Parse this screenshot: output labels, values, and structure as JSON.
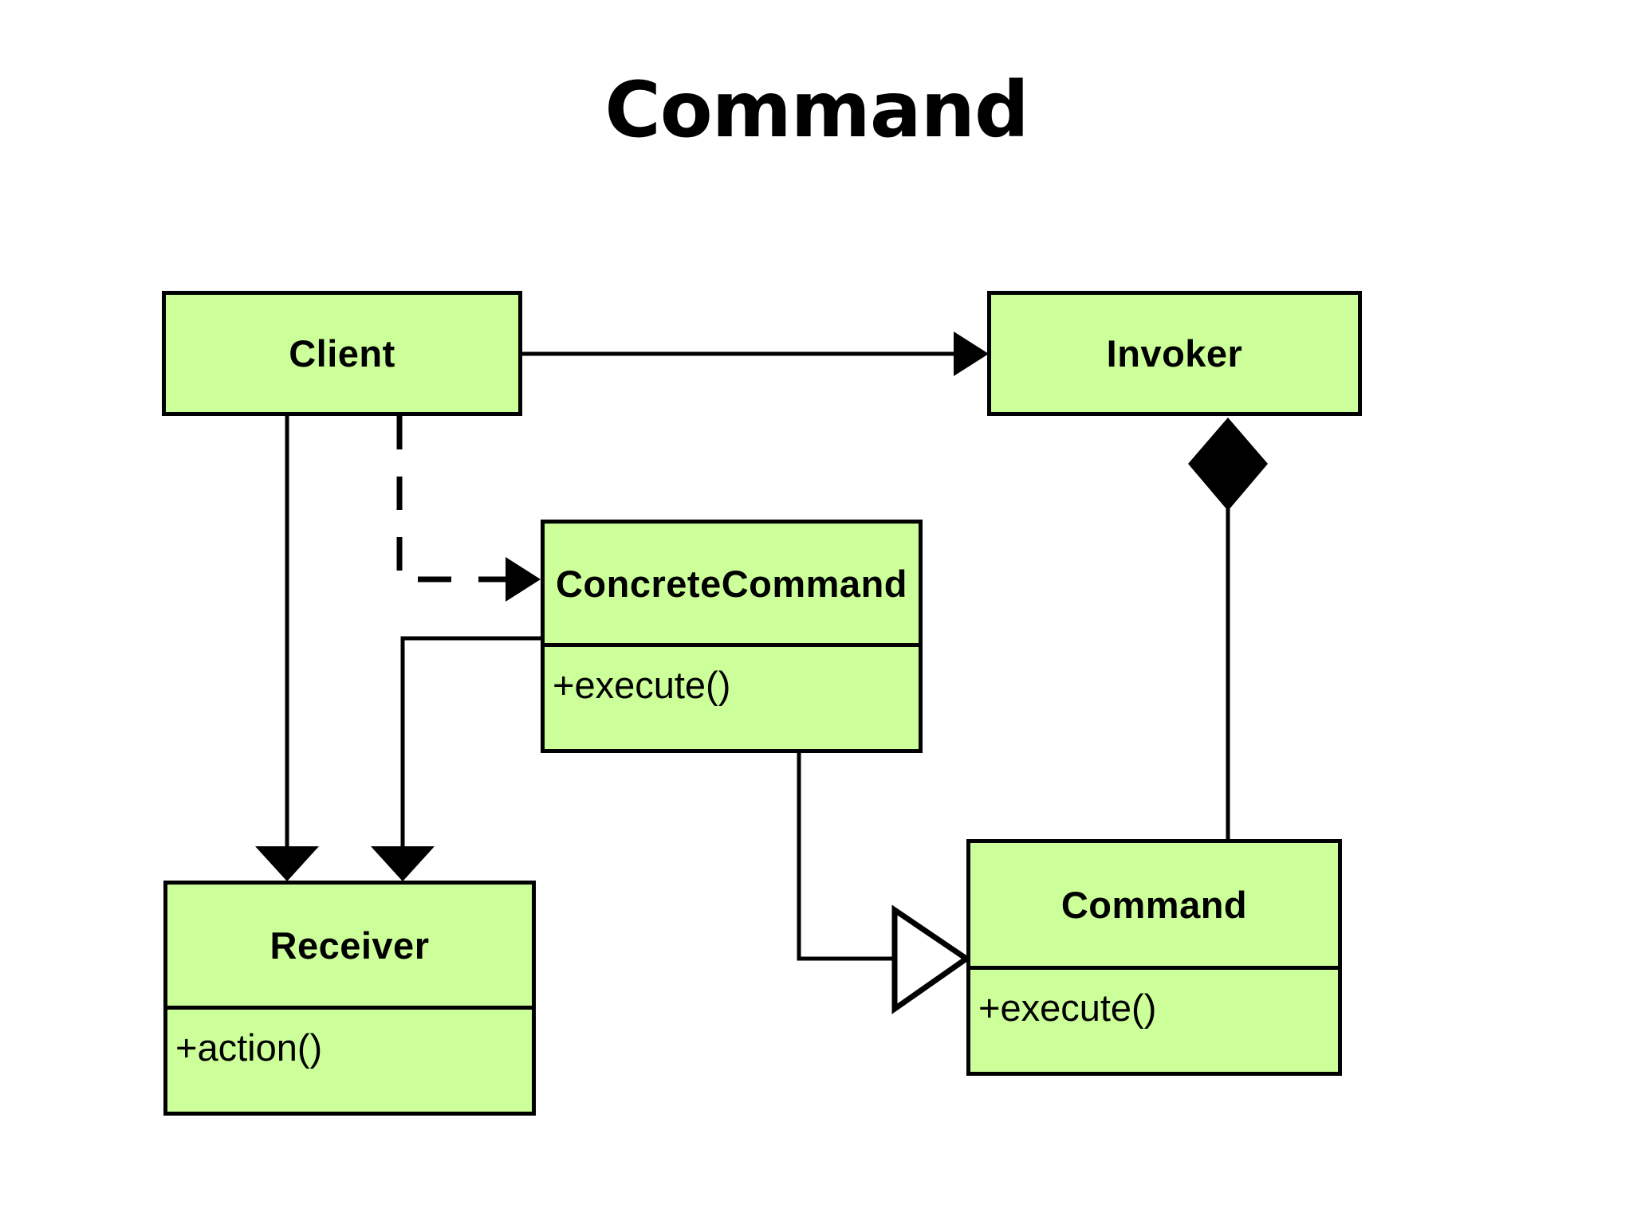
{
  "title": "Command",
  "theme": {
    "class_fill": "#CCFF99",
    "stroke": "#000000",
    "background": "#FFFFFF"
  },
  "diagram": {
    "type": "uml-class-diagram",
    "pattern": "Command",
    "classes": [
      {
        "id": "client",
        "name": "Client",
        "operations": [],
        "has_operations_compartment": false
      },
      {
        "id": "invoker",
        "name": "Invoker",
        "operations": [],
        "has_operations_compartment": false
      },
      {
        "id": "concrete-command",
        "name": "ConcreteCommand",
        "operations": [
          "+execute()"
        ],
        "has_operations_compartment": true
      },
      {
        "id": "receiver",
        "name": "Receiver",
        "operations": [
          "+action()"
        ],
        "has_operations_compartment": true
      },
      {
        "id": "command",
        "name": "Command",
        "operations": [
          "+execute()"
        ],
        "has_operations_compartment": true
      }
    ],
    "relationships": [
      {
        "id": "client-invoker",
        "from": "client",
        "to": "invoker",
        "kind": "association",
        "style": "solid",
        "head": "filled-arrow"
      },
      {
        "id": "client-concrete-command",
        "from": "client",
        "to": "concrete-command",
        "kind": "dependency",
        "style": "dashed",
        "head": "filled-arrow"
      },
      {
        "id": "client-receiver",
        "from": "client",
        "to": "receiver",
        "kind": "association",
        "style": "solid",
        "head": "filled-arrow"
      },
      {
        "id": "concrete-command-receiver",
        "from": "concrete-command",
        "to": "receiver",
        "kind": "association",
        "style": "solid",
        "head": "filled-arrow"
      },
      {
        "id": "concrete-command-command",
        "from": "concrete-command",
        "to": "command",
        "kind": "generalization",
        "style": "solid",
        "head": "hollow-triangle"
      },
      {
        "id": "invoker-command",
        "from": "invoker",
        "to": "command",
        "kind": "composition",
        "style": "solid",
        "head": "filled-diamond"
      }
    ]
  }
}
